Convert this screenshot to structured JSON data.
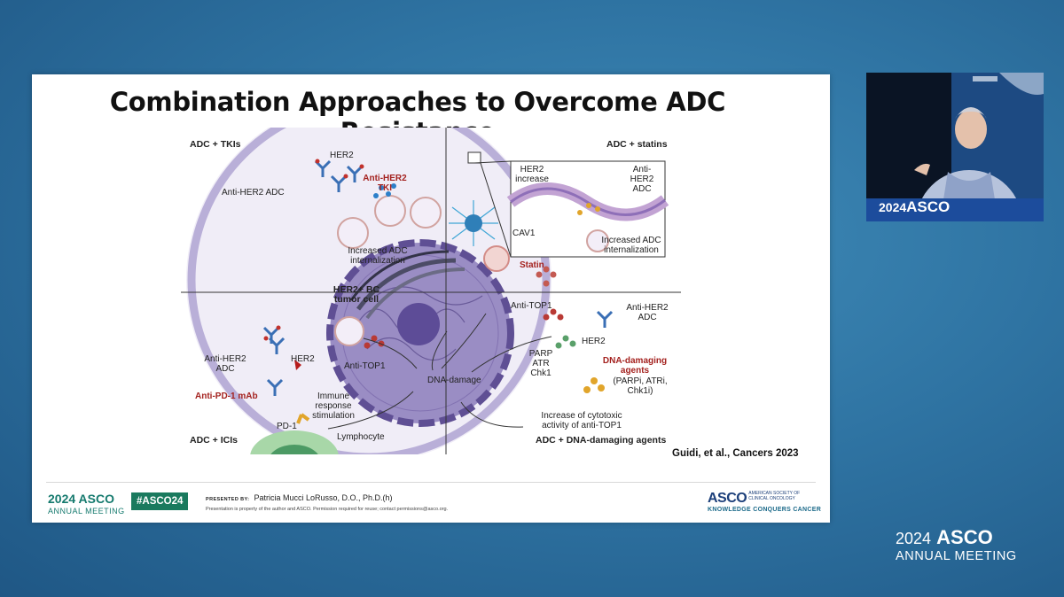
{
  "slide": {
    "title": "Combination Approaches to Overcome ADC Resistance",
    "citation": "Guidi, et al., Cancers 2023"
  },
  "diagram": {
    "quadrants": {
      "top_left": "ADC + TKIs",
      "top_right": "ADC + statins",
      "bottom_left": "ADC + ICIs",
      "bottom_right": "ADC + DNA-damaging agents"
    },
    "labels": {
      "her2_tl": "HER2",
      "anti_her2_adc_tl": "Anti-HER2 ADC",
      "anti_her2_tki": [
        "Anti-HER2",
        "TKI"
      ],
      "increased_adc_internalization_tl": [
        "Increased ADC",
        "internalization"
      ],
      "tumor_cell": [
        "HER2+ BC",
        "tumor cell"
      ],
      "her2_increase": [
        "HER2",
        "increase"
      ],
      "anti_her2_adc_tr": [
        "Anti-",
        "HER2",
        "ADC"
      ],
      "cav1": "CAV1",
      "increased_adc_internalization_tr": [
        "Increased ADC",
        "internalization"
      ],
      "statin": "Statin",
      "anti_her2_adc_bl": [
        "Anti-HER2",
        "ADC"
      ],
      "her2_bl": "HER2",
      "anti_top1_bl": "Anti-TOP1",
      "anti_pd1": "Anti-PD-1 mAb",
      "immune_response": [
        "Immune",
        "response",
        "stimulation"
      ],
      "pd1": "PD-1",
      "lymphocyte": "Lymphocyte",
      "dna_damage": "DNA-damage",
      "anti_top1_br": "Anti-TOP1",
      "anti_her2_adc_br": [
        "Anti-HER2",
        "ADC"
      ],
      "her2_br": "HER2",
      "parp_atr_chk1": [
        "PARP",
        "ATR",
        "Chk1"
      ],
      "dna_damaging_agents": [
        "DNA-damaging",
        "agents"
      ],
      "dna_agents_list": [
        "(PARPi, ATRi,",
        "Chk1i)"
      ],
      "cytotoxic": [
        "Increase of cytotoxic",
        "activity of anti-TOP1"
      ]
    }
  },
  "footer": {
    "asco_year": "2024",
    "asco_name": "ASCO",
    "annual_meeting": "ANNUAL MEETING",
    "hashtag": "#ASCO24",
    "presented_by_label": "PRESENTED BY:",
    "presenter": "Patricia Mucci LoRusso, D.O., Ph.D.(h)",
    "note": "Presentation is property of the author and ASCO. Permission required for reuse; contact permissions@asco.org.",
    "logo_name": "ASCO",
    "logo_society": [
      "AMERICAN SOCIETY OF",
      "CLINICAL ONCOLOGY"
    ],
    "logo_tagline": "KNOWLEDGE CONQUERS CANCER"
  },
  "camera": {
    "year": "2024",
    "name": "ASCO"
  },
  "corner_logo": {
    "year": "2024",
    "name": "ASCO",
    "subtitle": "ANNUAL MEETING"
  },
  "colors": {
    "cell_fill": "#cfc7e6",
    "nucleus_fill": "#8d7fb9",
    "antibody_blue": "#3a6fb5",
    "payload_red": "#c2312c",
    "accent_dark_red": "#a4221f",
    "footer_green": "#1a7a5e"
  }
}
